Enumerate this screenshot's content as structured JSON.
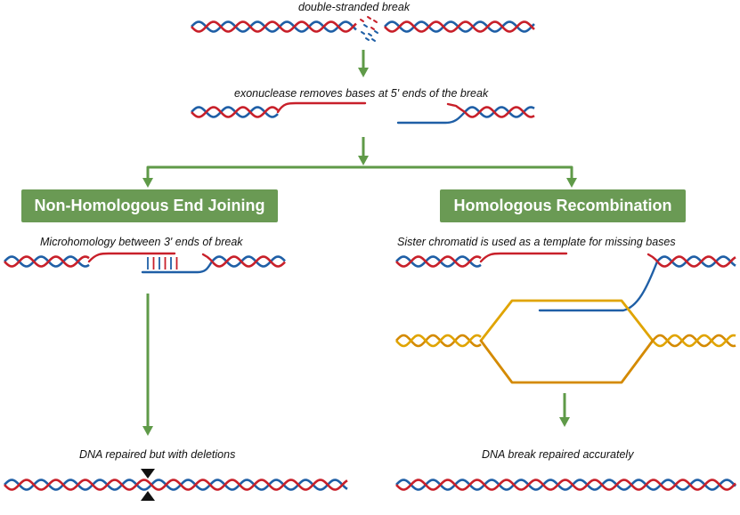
{
  "captions": {
    "break": "double-stranded break",
    "exonuclease": "exonuclease removes bases at 5' ends of the break",
    "microhomology": "Microhomology between 3' ends of break",
    "sister": "Sister chromatid is used as a template for missing bases",
    "nhej_result": "DNA repaired but with deletions",
    "hr_result": "DNA break repaired accurately"
  },
  "pathways": {
    "nhej": "Non-Homologous End Joining",
    "hr": "Homologous Recombination"
  },
  "colors": {
    "strand_red": "#c8202a",
    "strand_blue": "#1f5fa6",
    "sister_gold": "#e0a400",
    "sister_orange": "#d48a00",
    "arrow_green": "#5f9a48",
    "box_green": "#6a9a54",
    "deletion_marker": "#111111"
  }
}
